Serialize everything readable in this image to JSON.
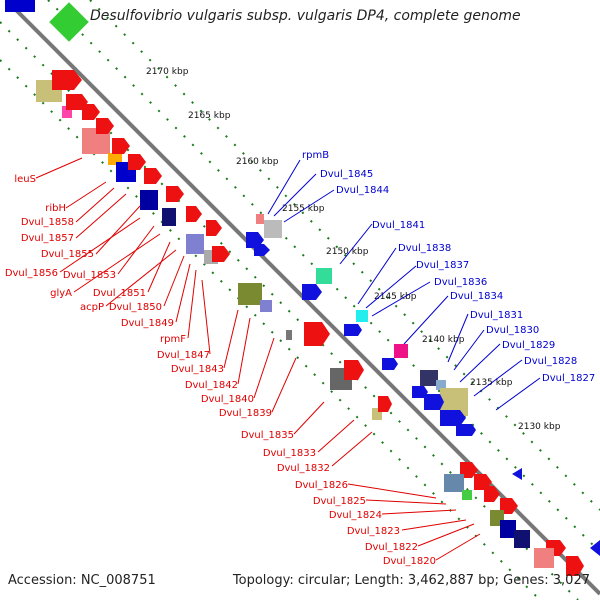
{
  "title": "Desulfovibrio vulgaris subsp. vulgaris DP4, complete genome",
  "accession": "Accession: NC_008751",
  "topology": "Topology: circular; Length: 3,462,887 bp; Genes: 3,027",
  "kbp_labels": [
    "2170 kbp",
    "2165 kbp",
    "2160 kbp",
    "2155 kbp",
    "2150 kbp",
    "2145 kbp",
    "2140 kbp",
    "2135 kbp",
    "2130 kbp"
  ],
  "left_labels": [
    "leuS",
    "ribH",
    "Dvul_1858",
    "Dvul_1857",
    "Dvul_1855",
    "Dvul_1856",
    "Dvul_1853",
    "glyA",
    "Dvul_1851",
    "acpP",
    "Dvul_1850",
    "Dvul_1849",
    "rpmF",
    "Dvul_1847",
    "Dvul_1843",
    "Dvul_1842",
    "Dvul_1840",
    "Dvul_1839",
    "Dvul_1835",
    "Dvul_1833",
    "Dvul_1832",
    "Dvul_1826",
    "Dvul_1825",
    "Dvul_1824",
    "Dvul_1823",
    "Dvul_1822",
    "Dvul_1820"
  ],
  "right_labels": [
    "rpmB",
    "Dvul_1845",
    "Dvul_1844",
    "Dvul_1841",
    "Dvul_1838",
    "Dvul_1837",
    "Dvul_1836",
    "Dvul_1834",
    "Dvul_1831",
    "Dvul_1830",
    "Dvul_1829",
    "Dvul_1828",
    "Dvul_1827"
  ],
  "colors": {
    "left_label": "#e00000",
    "right_label": "#0000d0",
    "backbone": "#808080",
    "tick": "#1a7a1a"
  }
}
